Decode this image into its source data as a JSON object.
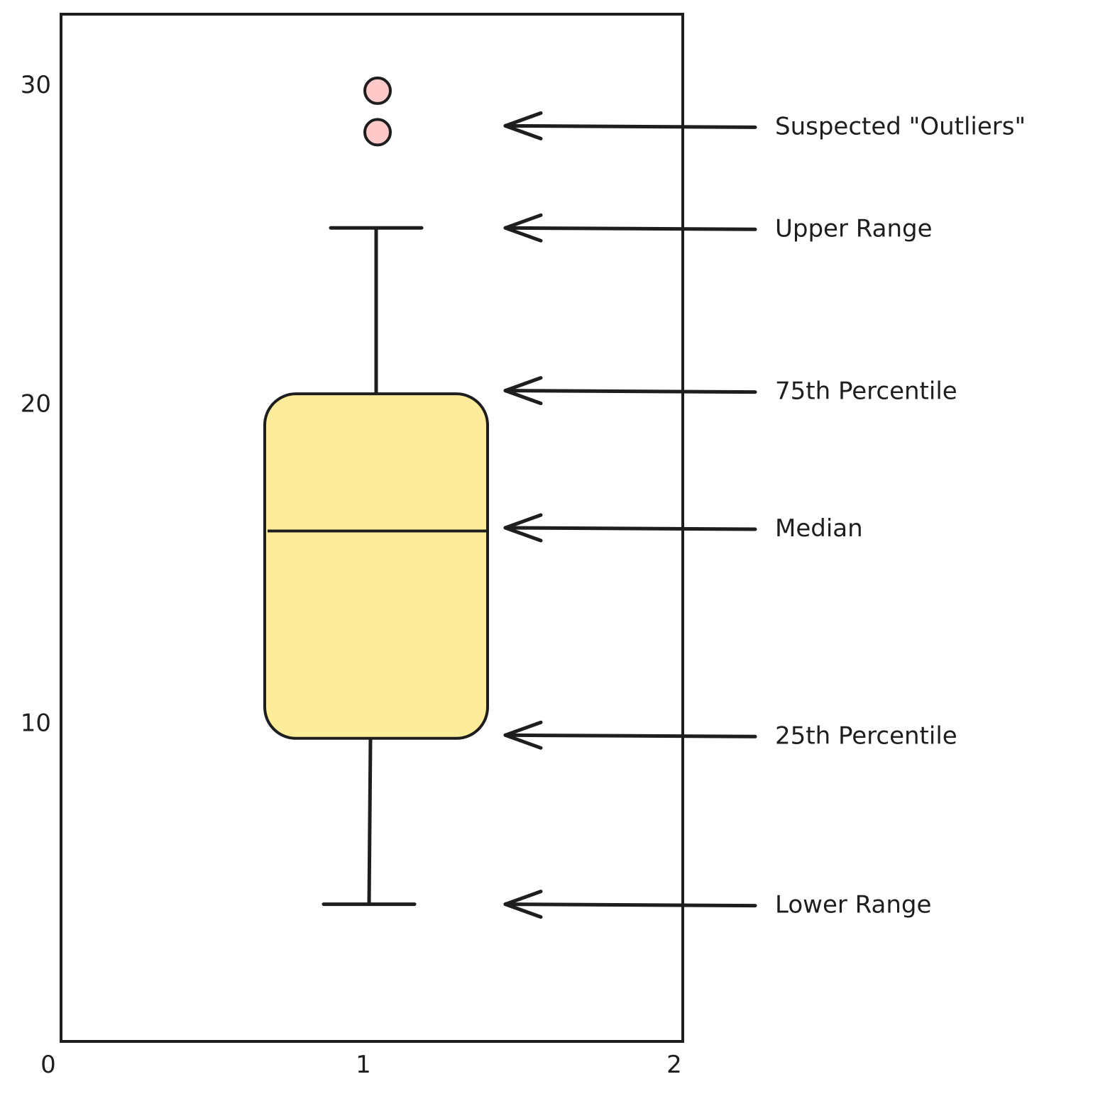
{
  "chart_data": {
    "type": "box",
    "title": "",
    "xlabel": "",
    "ylabel": "",
    "xlim": [
      0,
      2
    ],
    "ylim": [
      0,
      32.2
    ],
    "x_ticks": [
      0,
      1,
      2
    ],
    "y_ticks": [
      10,
      20,
      30
    ],
    "grid": false,
    "box": {
      "x": 1,
      "lower_range": 4.3,
      "q1": 9.5,
      "median": 16,
      "q3": 20.3,
      "upper_range": 25.5,
      "outliers": [
        28.5,
        29.8
      ]
    },
    "annotations": [
      {
        "label": "Suspected \"Outliers\"",
        "y": 28.7
      },
      {
        "label": "Upper Range",
        "y": 25.5
      },
      {
        "label": "75th Percentile",
        "y": 20.4
      },
      {
        "label": "Median",
        "y": 16.1
      },
      {
        "label": "25th Percentile",
        "y": 9.6
      },
      {
        "label": "Lower Range",
        "y": 4.3
      }
    ],
    "colors": {
      "box_fill": "#fdec99",
      "outlier_fill": "#ffc9c9",
      "stroke": "#1e1e1e"
    }
  }
}
